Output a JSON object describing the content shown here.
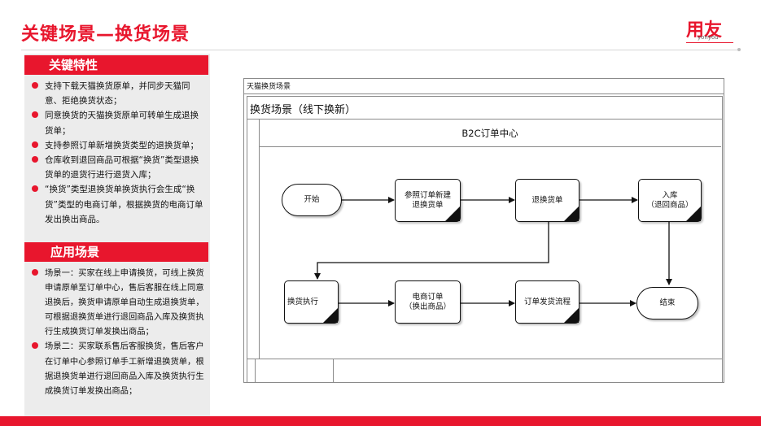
{
  "header": {
    "title": "关键场景—换货场景",
    "logo_main": "用友",
    "logo_sub": "yonyou"
  },
  "sidebar": {
    "features_heading": "关键特性",
    "features": [
      "支持下载天猫换货原单，并同步天猫同意、拒绝换货状态；",
      "同意换货的天猫换货原单可转单生成退换货单；",
      "支持参照订单新增换货类型的退换货单；",
      "仓库收到退回商品可根据“换货”类型退换货单的退货行进行退货入库；",
      "“换货”类型退换货单换货执行会生成“换货”类型的电商订单，根据换货的电商订单发出换出商品。"
    ],
    "scenarios_heading": "应用场景",
    "scenarios": [
      "场景一：买家在线上申请换货，可线上换货申请原单至订单中心，售后客服在线上同意退换后，换货申请原单自动生成退换货单，可根据退换货单进行退回商品入库及换货执行生成换货订单发换出商品；",
      "场景二：买家联系售后客服换货，售后客户在订单中心参照订单手工新增退换货单，根据退换货单进行退回商品入库及换货执行生成换货订单发换出商品；"
    ]
  },
  "diagram": {
    "frame_title": "天猫换货场景",
    "pool_title": "换货场景（线下换新）",
    "lane_title": "B2C订单中心",
    "nodes": {
      "start": "开始",
      "ref_order": "参照订单新建\n退换货单",
      "return_exchange": "退换货单",
      "warehouse_in": "入库\n（退回商品）",
      "exchange_exec": "换货执行",
      "ecommerce_order": "电商订单\n（换出商品）",
      "order_ship": "订单发货流程",
      "end": "结束"
    }
  },
  "colors": {
    "accent": "#e8162d",
    "sidebar_bg": "#ececec",
    "line": "#111111"
  }
}
